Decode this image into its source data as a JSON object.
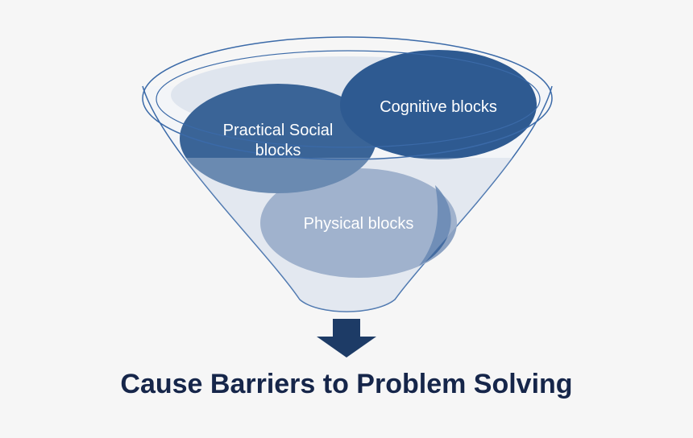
{
  "funnel": {
    "items": [
      {
        "label_line1": "Cognitive blocks",
        "label_line2": ""
      },
      {
        "label_line1": "Practical Social",
        "label_line2": "blocks"
      },
      {
        "label_line1": "Physical blocks",
        "label_line2": ""
      }
    ]
  },
  "caption": "Cause Barriers to Problem Solving",
  "colors": {
    "background": "#f6f6f6",
    "funnel_outline": "#3b6aa8",
    "funnel_glass": "#dfe5ee",
    "cognitive_fill": "#2e5a91",
    "practical_fill": "#3a6497",
    "physical_fill": "#8ca2c2",
    "arrow": "#1d3b66",
    "caption": "#16264a"
  }
}
